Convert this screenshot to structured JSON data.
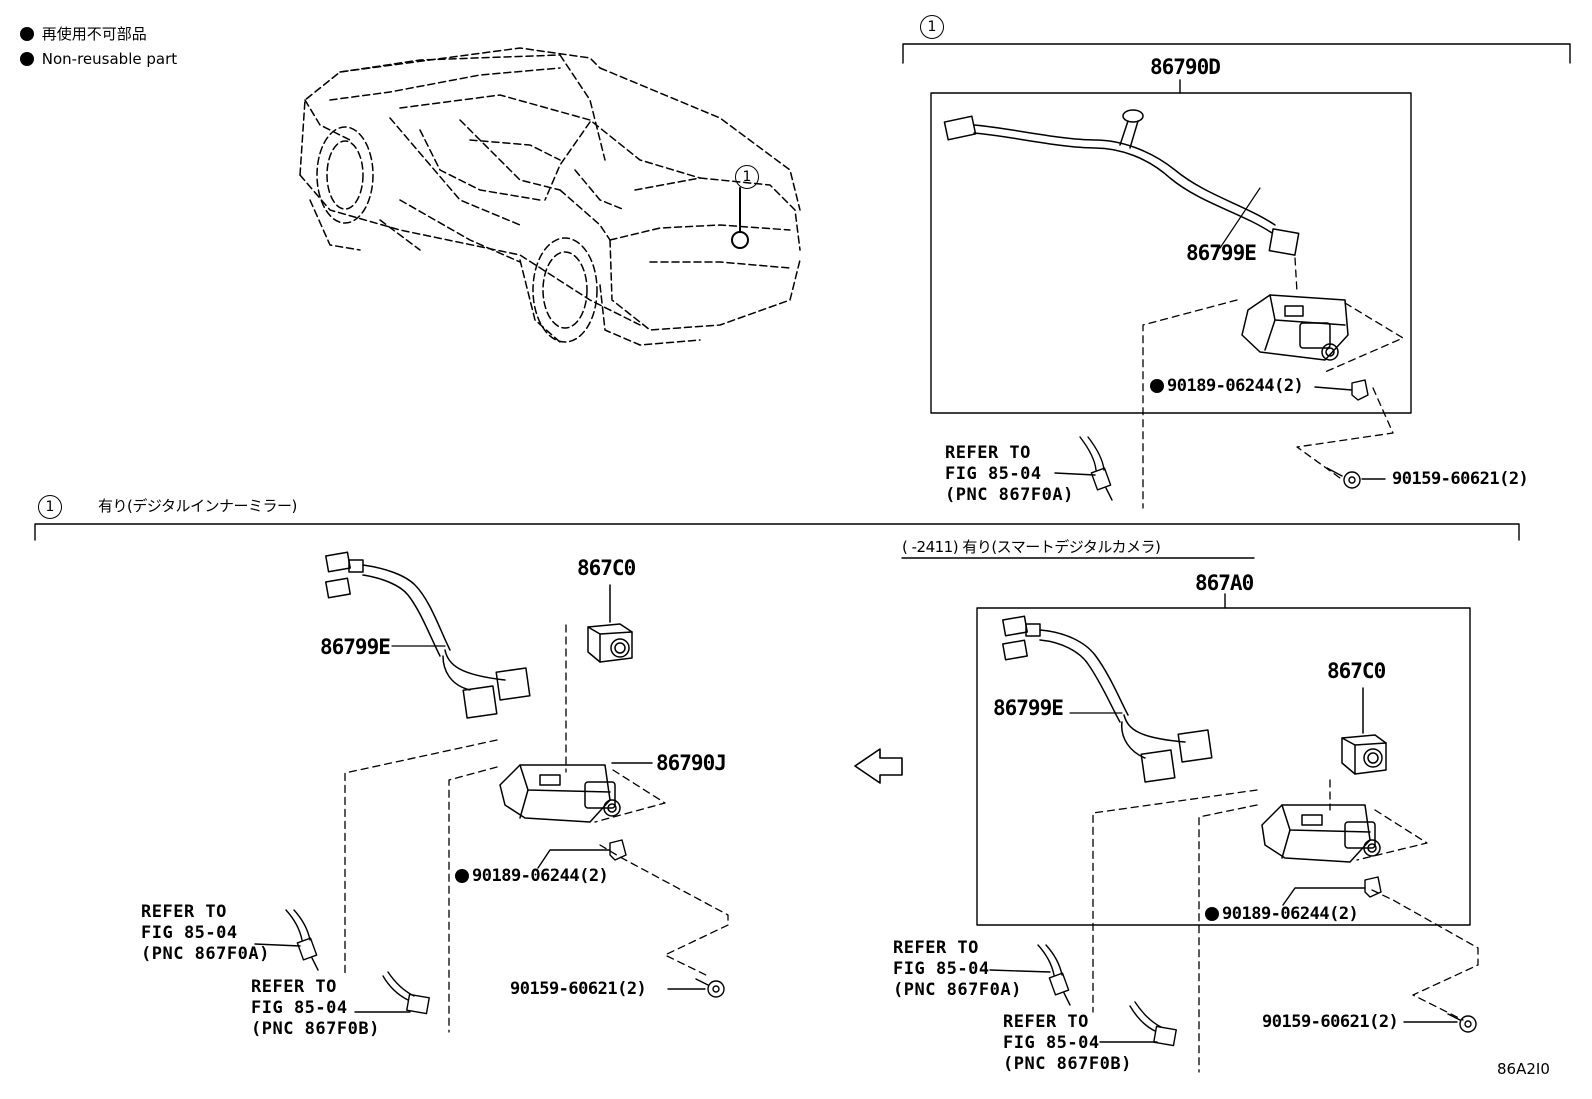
{
  "legend": {
    "reuse_jp": "再使用不可部品",
    "reuse_en": "Non-reusable part"
  },
  "markers": {
    "circle_1": "1"
  },
  "top_right": {
    "assembly": "86790D",
    "harness": "86799E",
    "clip": "90189-06244(2)",
    "screw": "90159-60621(2)",
    "refer": [
      "REFER TO",
      "FIG 85-04",
      "(PNC 867F0A)"
    ]
  },
  "bottom_left": {
    "section_title": "有り(デジタルインナーミラー)",
    "camera": "867C0",
    "harness": "86799E",
    "assembly": "86790J",
    "clip": "90189-06244(2)",
    "screw": "90159-60621(2)",
    "refer_a": [
      "REFER TO",
      "FIG 85-04",
      "(PNC 867F0A)"
    ],
    "refer_b": [
      "REFER TO",
      "FIG 85-04",
      "(PNC 867F0B)"
    ]
  },
  "bottom_right": {
    "section_title": "(      -2411) 有り(スマートデジタルカメラ)",
    "assembly": "867A0",
    "camera": "867C0",
    "harness": "86799E",
    "clip": "90189-06244(2)",
    "screw": "90159-60621(2)",
    "refer_a": [
      "REFER TO",
      "FIG 85-04",
      "(PNC 867F0A)"
    ],
    "refer_b": [
      "REFER TO",
      "FIG 85-04",
      "(PNC 867F0B)"
    ]
  },
  "figure_code": "86A2I0"
}
